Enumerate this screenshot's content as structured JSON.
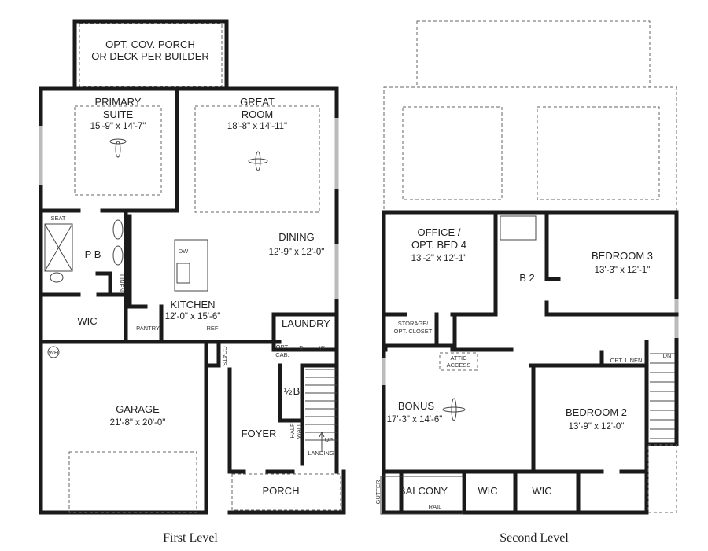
{
  "first_level": {
    "caption": "First Level",
    "rooms": {
      "porch_rear": {
        "line1": "OPT. COV. PORCH",
        "line2": "OR DECK PER BUILDER"
      },
      "primary_suite": {
        "line1": "PRIMARY",
        "line2": "SUITE",
        "dims": "15'-9\" x 14'-7\""
      },
      "great_room": {
        "line1": "GREAT",
        "line2": "ROOM",
        "dims": "18'-8\" x 14'-11\""
      },
      "dining": {
        "name": "DINING",
        "dims": "12'-9\" x 12'-0\""
      },
      "kitchen": {
        "name": "KITCHEN",
        "dims": "12'-0\" x 15'-6\""
      },
      "primary_bath": {
        "name": "P B"
      },
      "wic": {
        "name": "WIC"
      },
      "laundry": {
        "name": "LAUNDRY"
      },
      "garage": {
        "name": "GARAGE",
        "dims": "21'-8\" x 20'-0\""
      },
      "foyer": {
        "name": "FOYER"
      },
      "half_bath": {
        "fraction": "½",
        "name": "B"
      },
      "porch_front": {
        "name": "PORCH"
      }
    },
    "small_labels": {
      "seat": "SEAT",
      "linen": "LINEN",
      "dw": "DW",
      "pantry": "PANTRY",
      "ref": "REF",
      "wh": "WH",
      "coats": "COATS",
      "opt_cab_1": "OPT.",
      "opt_cab_2": "CAB.",
      "dryer": "D",
      "washer": "W",
      "half_wall_1": "HALF",
      "half_wall_2": "WALL",
      "up": "UP",
      "landing": "LANDING"
    }
  },
  "second_level": {
    "caption": "Second Level",
    "rooms": {
      "office": {
        "line1": "OFFICE /",
        "line2": "OPT. BED 4",
        "dims": "13'-2\" x 12'-1\""
      },
      "bedroom3": {
        "name": "BEDROOM 3",
        "dims": "13'-3\" x 12'-1\""
      },
      "bath2": {
        "name": "B 2"
      },
      "storage": {
        "line1": "STORAGE/",
        "line2": "OPT. CLOSET"
      },
      "bonus": {
        "name": "BONUS",
        "dims": "17'-3\" x 14'-6\""
      },
      "bedroom2": {
        "name": "BEDROOM 2",
        "dims": "13'-9\" x 12'-0\""
      },
      "balcony": {
        "name": "BALCONY"
      },
      "wic_1": {
        "name": "WIC"
      },
      "wic_2": {
        "name": "WIC"
      }
    },
    "small_labels": {
      "attic_1": "ATTIC",
      "attic_2": "ACCESS",
      "opt_linen": "OPT. LINEN",
      "dn": "DN",
      "gutter": "GUTTER",
      "rail": "RAIL"
    }
  }
}
